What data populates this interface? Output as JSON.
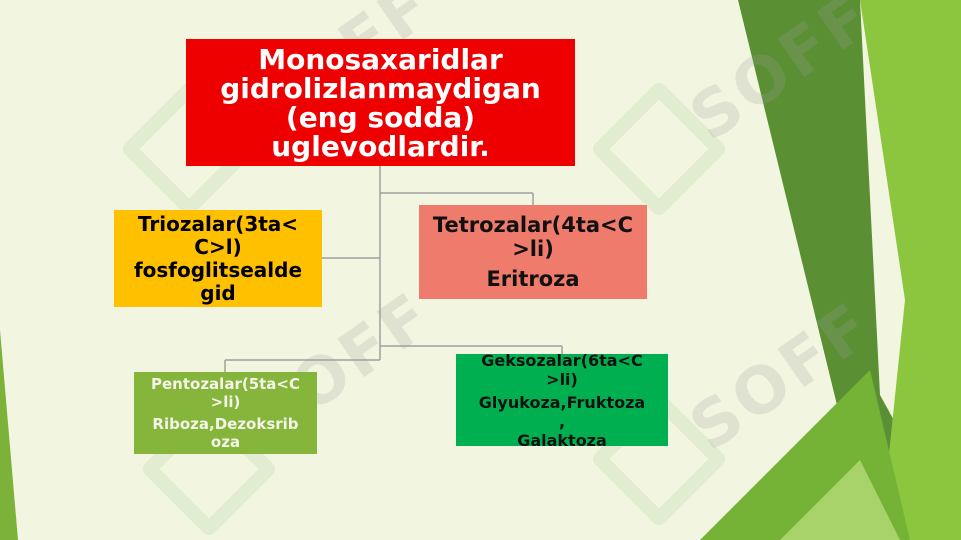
{
  "colors": {
    "background": "#f2f5df",
    "root": "#ee0000",
    "triozalar": "#ffc000",
    "tetrozalar": "#ee7b6c",
    "pentozalar": "#86b53c",
    "geksozalar": "#00b050",
    "connector": "#a0a0a0"
  },
  "watermark": {
    "text": "SOFF"
  },
  "root": {
    "lines": [
      "Monosaxaridlar",
      "gidrolizlanmaydigan",
      "(eng sodda)",
      "uglevodlardir."
    ]
  },
  "triozalar": {
    "lines": [
      "Triozalar(3ta<",
      "C>l)",
      "fosfoglitsealde",
      "gid"
    ]
  },
  "tetrozalar": {
    "lines": [
      "Tetrozalar(4ta<C",
      ">li)",
      "Eritroza"
    ]
  },
  "pentozalar": {
    "lines": [
      "Pentozalar(5ta<C",
      ">li)",
      "Riboza,Dezoksrib",
      "oza"
    ]
  },
  "geksozalar": {
    "lines": [
      "Geksozalar(6ta<C",
      ">li)",
      "Glyukoza,Fruktoza",
      ",",
      "Galaktoza"
    ]
  }
}
